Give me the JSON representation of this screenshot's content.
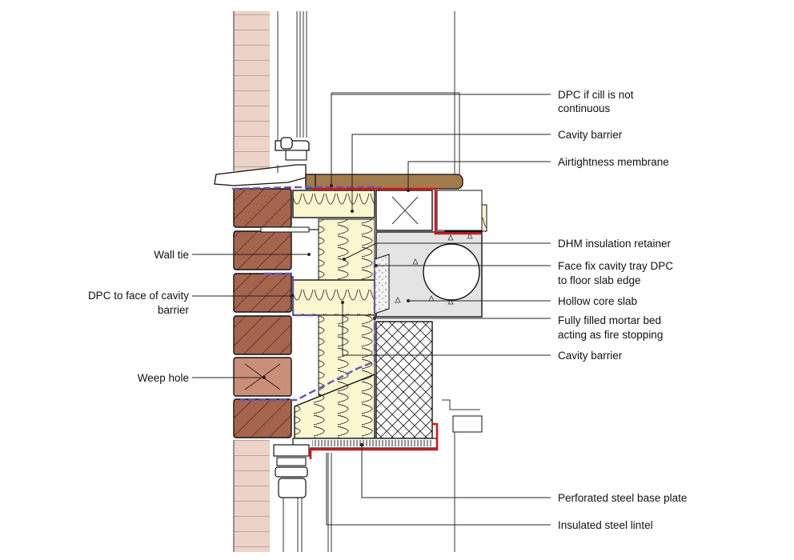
{
  "labels": {
    "dpc_if_cill": [
      "DPC if cill is not",
      "continuous"
    ],
    "cavity_barrier_top": "Cavity barrier",
    "airtightness_membrane": "Airtightness membrane",
    "dhm_insulation_retainer": "DHM insulation retainer",
    "face_fix_cavity_tray": [
      "Face fix cavity tray DPC",
      "to floor slab edge"
    ],
    "hollow_core_slab": "Hollow core slab",
    "fully_filled_mortar": [
      "Fully filled mortar bed",
      "acting as fire stopping"
    ],
    "cavity_barrier_mid": "Cavity barrier",
    "perforated_base_plate": "Perforated steel base plate",
    "insulated_steel_lintel": "Insulated steel lintel",
    "wall_tie": "Wall tie",
    "dpc_face_cavity_barrier": [
      "DPC to face of cavity",
      "barrier"
    ],
    "weep_hole": "Weep hole"
  },
  "colors": {
    "brick": "#a5644e",
    "brick_light": "#ecd3c7",
    "insulation": "#f9f6d0",
    "dpc_line": "#6657b5",
    "membrane": "#d8141b",
    "timber_board": "#a27b4c",
    "slab": "#e4e4e4",
    "outline": "#111111"
  },
  "icons": [
    "wall-tie-icon",
    "weep-hole-icon",
    "window-frame-icon",
    "hollow-core-void-icon"
  ]
}
